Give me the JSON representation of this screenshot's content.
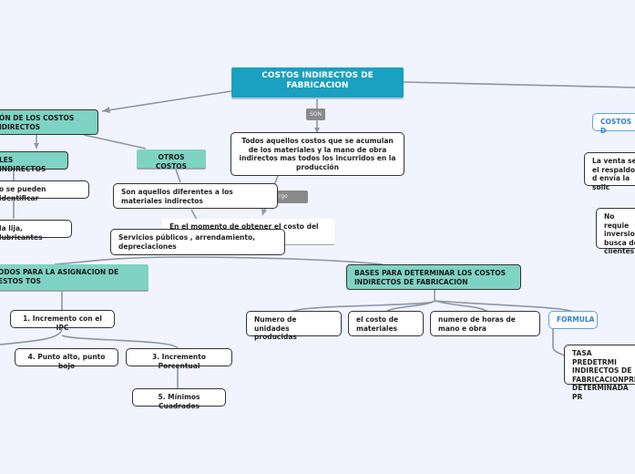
{
  "root": {
    "label": "COSTOS INDIRECTOS DE FABRICACION"
  },
  "link_labels": {
    "son": "SON",
    "cargo": "rgo"
  },
  "nodes": {
    "definition": "Todos aquellos costos que se acumulan de los materiales y la mano de obra indirectos mas todos los incurridos en la producción",
    "clasificacion": "ÓN DE LOS COSTOS IDIRECTOS",
    "materiales_indirectos": "LES INDIRECTOS",
    "no_identificar": "o se pueden identificar",
    "lija": "la lija, lubricantes",
    "otros_costos": "OTROS COSTOS",
    "otros_def": "Son aquellos diferentes a los materiales indirectos",
    "momento": "En el momento de obtener el costo del ... ficables",
    "servicios": "Servicios públicos , arrendamiento, depreciaciones",
    "metodos": "ODOS PARA  LA ASIGNACION DE ESTOS TOS",
    "ipc": "1. Incremento con el IPC",
    "punto": "4. Punto alto, punto bajo",
    "porcentual": "3. Incremento Porcentual",
    "minimos": "5. Mínimos Cuadrados",
    "bases": "BASES PARA DETERMINAR LOS COSTOS INDIRECTOS DE FABRICACION",
    "unidades": "Numero de unidades producidas",
    "costo_materiales": "el costo de materiales",
    "horas": "numero de horas de mano e obra",
    "formula": "FORMULA",
    "tasa": "TASA PREDETRMI INDIRECTOS DE FABRICACIONPRE DETERMINADA PR",
    "costos_d": "COSTOS D",
    "venta": "La venta se el respaldo d envía la solic",
    "no_requie": "No requie inversion busca de clientes"
  }
}
